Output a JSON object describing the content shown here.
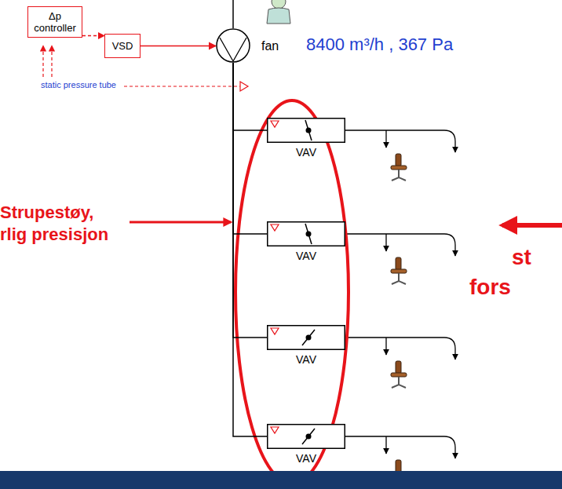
{
  "diagram": {
    "nodes": [
      {
        "text": [
          "Δp controller"
        ]
      },
      {
        "text": [
          "VSD"
        ]
      },
      {
        "text": [
          "fan"
        ]
      },
      {
        "text": [
          "VAV"
        ]
      },
      {
        "text": [
          "VAV"
        ]
      },
      {
        "text": [
          "VAV"
        ]
      },
      {
        "text": [
          "VAV"
        ]
      }
    ],
    "edges": [
      {
        "from": 0,
        "to": 1,
        "arrow": "to"
      },
      {
        "from": 1,
        "to": 2,
        "arrow": "to"
      },
      {
        "from": 2,
        "to": 3,
        "arrow": "none"
      },
      {
        "from": 2,
        "to": 4,
        "arrow": "none"
      },
      {
        "from": 2,
        "to": 5,
        "arrow": "none"
      },
      {
        "from": 2,
        "to": 6,
        "arrow": "none"
      }
    ],
    "labels": [
      "8400 m³/h , 367 Pa",
      "static pressure tube",
      "Strupestøy,",
      "rlig presisjon",
      "st",
      "fors"
    ]
  }
}
